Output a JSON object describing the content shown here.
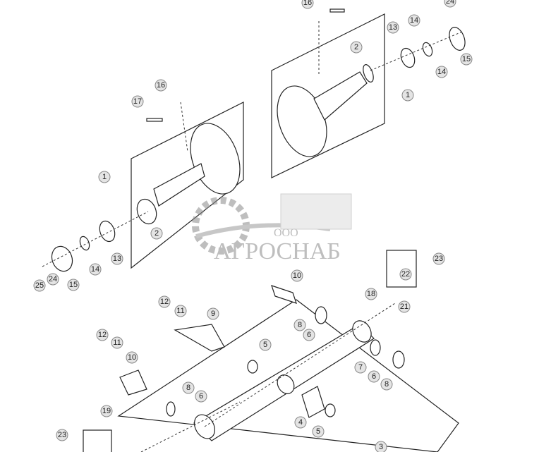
{
  "diagram": {
    "callouts": [
      "16",
      "24",
      "14",
      "13",
      "2",
      "1",
      "15",
      "14",
      "17",
      "16",
      "1",
      "2",
      "13",
      "14",
      "15",
      "24",
      "25",
      "23",
      "22",
      "21",
      "18",
      "10",
      "12",
      "11",
      "9",
      "8",
      "6",
      "5",
      "12",
      "11",
      "10",
      "7",
      "6",
      "8",
      "8",
      "6",
      "19",
      "4",
      "5",
      "23",
      "3"
    ]
  },
  "watermark": {
    "prefix": "ООО",
    "name": "АГРОСНАБ"
  }
}
